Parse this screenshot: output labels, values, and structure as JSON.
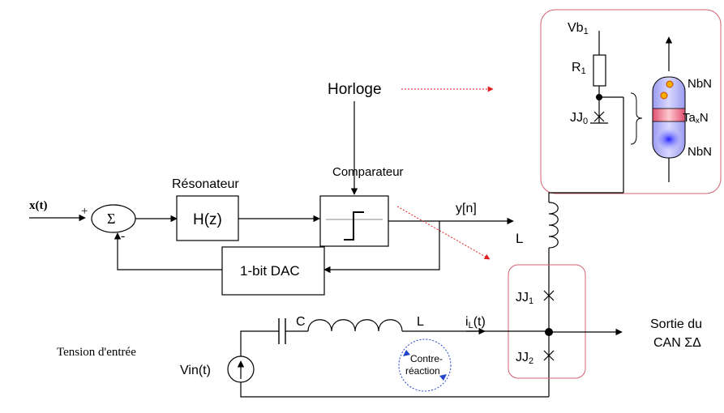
{
  "labels": {
    "input": "x(t)",
    "plus": "+",
    "minus": "-",
    "sum": "Σ",
    "resonator_title": "Résonateur",
    "resonator_tf": "H(z)",
    "clock": "Horloge",
    "comparator_title": "Comparateur",
    "output": "y[n]",
    "dac": "1-bit DAC",
    "vb": "Vb",
    "vb_sub": "1",
    "r": "R",
    "r_sub": "1",
    "jj0": "JJ",
    "jj0_sub": "0",
    "nbn_top": "NbN",
    "tax": "Ta",
    "tax_sub": "x",
    "tax_n": "N",
    "nbn_bottom": "NbN",
    "inductor_l": "L",
    "jj1": "JJ",
    "jj1_sub": "1",
    "jj2": "JJ",
    "jj2_sub": "2",
    "capacitor": "C",
    "inductor_l2": "L",
    "current": "i",
    "current_sub": "L",
    "current_arg": "(t)",
    "vin": "Vin(t)",
    "input_voltage": "Tension d'entrée",
    "feedback_1": "Contre-",
    "feedback_2": "réaction",
    "sortie_1": "Sortie du",
    "sortie_2": "CAN ΣΔ"
  },
  "colors": {
    "red_arrow": "#e02020",
    "red_box": "#d06070",
    "junction_blue": "#3a3ad8",
    "barrier_red": "#e0405a",
    "feedback_blue": "#2244cc"
  }
}
